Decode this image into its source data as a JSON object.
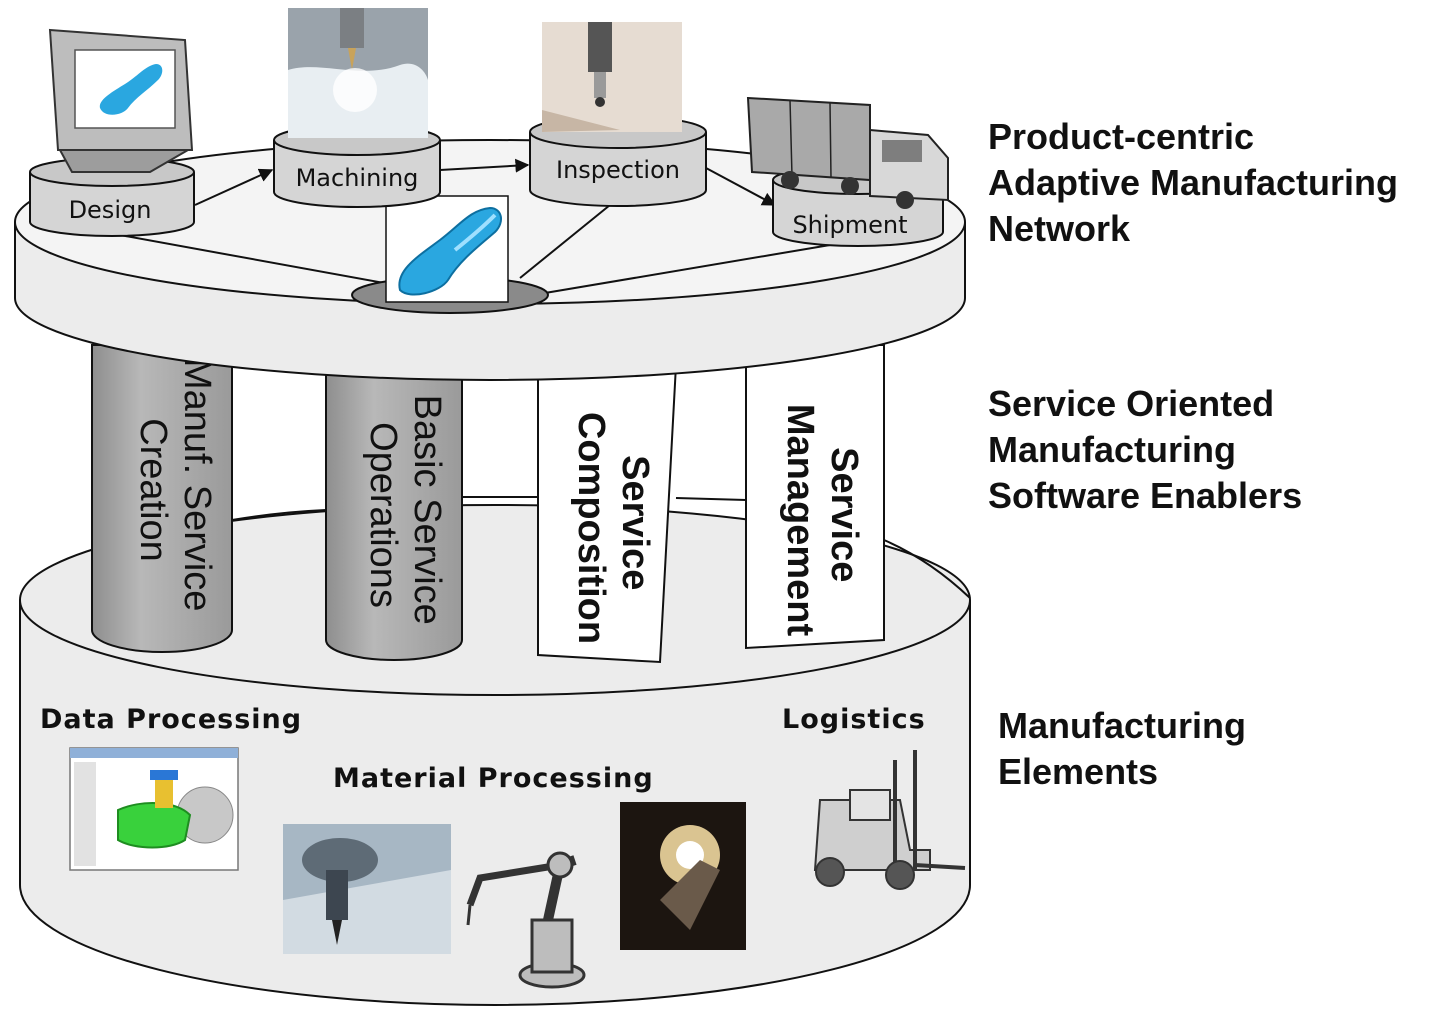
{
  "layers": {
    "network": [
      "Product-centric",
      "Adaptive Manufacturing",
      "Network"
    ],
    "enablers": [
      "Service Oriented",
      "Manufacturing",
      "Software Enablers"
    ],
    "elements": [
      "Manufacturing",
      "Elements"
    ]
  },
  "nodes": {
    "design": "Design",
    "machining": "Machining",
    "inspection": "Inspection",
    "shipment": "Shipment"
  },
  "pillars": {
    "creation": [
      "Manuf. Service",
      "Creation"
    ],
    "basic": [
      "Basic Service",
      "Operations"
    ],
    "composition": [
      "Service",
      "Composition"
    ],
    "management": [
      "Service",
      "Management"
    ]
  },
  "elements": {
    "data_processing": "Data Processing",
    "material_processing": "Material Processing",
    "logistics": "Logistics"
  },
  "colors": {
    "disc_fill": "#ececec",
    "pillar_gray": "#a8a8a8",
    "pillar_white": "#ffffff",
    "product_blue": "#2aa7e0",
    "outline": "#111111"
  }
}
